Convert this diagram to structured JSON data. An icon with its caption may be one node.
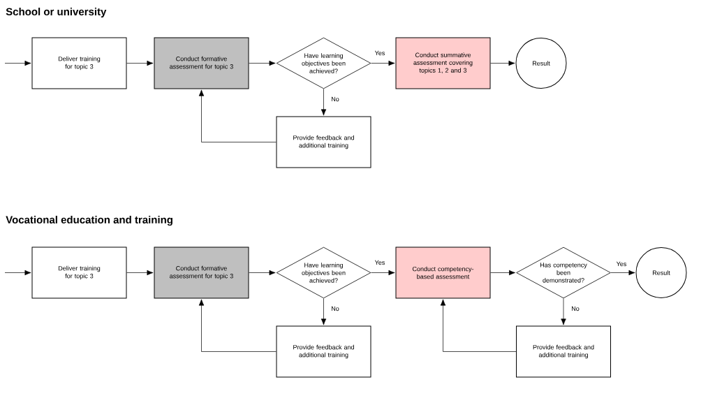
{
  "diagram": {
    "nodes": [
      {
        "text": [
          "Deliver training for topic 3"
        ]
      },
      {
        "text": [
          "Conduct formative assessment for topic 3"
        ]
      },
      {
        "text": [
          "Have learning objectives been achieved?"
        ]
      },
      {
        "text": [
          "Conduct summative assessment covering topics 1, 2 and 3"
        ]
      },
      {
        "text": [
          "Result"
        ]
      },
      {
        "text": [
          "Provide feedback and additional training"
        ]
      },
      {
        "text": [
          "Deliver training for topic 3"
        ]
      },
      {
        "text": [
          "Conduct formative assessment for topic 3"
        ]
      },
      {
        "text": [
          "Have learning objectives been achieved?"
        ]
      },
      {
        "text": [
          "Conduct competency-based assessment"
        ]
      },
      {
        "text": [
          "Has competency been demonstrated?"
        ]
      },
      {
        "text": [
          "Result"
        ]
      },
      {
        "text": [
          "Provide feedback and additional training"
        ]
      },
      {
        "text": [
          "Provide feedback and additional training"
        ]
      }
    ],
    "edges": [
      {
        "from": null,
        "to": 0,
        "arrow": "to"
      },
      {
        "from": 0,
        "to": 1,
        "arrow": "to"
      },
      {
        "from": 1,
        "to": 2,
        "arrow": "to"
      },
      {
        "from": 2,
        "to": 3,
        "arrow": "to",
        "label": "Yes"
      },
      {
        "from": 3,
        "to": 4,
        "arrow": "to"
      },
      {
        "from": 2,
        "to": 5,
        "arrow": "to",
        "label": "No"
      },
      {
        "from": 5,
        "to": 1,
        "arrow": "to"
      },
      {
        "from": null,
        "to": 6,
        "arrow": "to"
      },
      {
        "from": 6,
        "to": 7,
        "arrow": "to"
      },
      {
        "from": 7,
        "to": 8,
        "arrow": "to"
      },
      {
        "from": 8,
        "to": 9,
        "arrow": "to",
        "label": "Yes"
      },
      {
        "from": 9,
        "to": 10,
        "arrow": "to"
      },
      {
        "from": 10,
        "to": 11,
        "arrow": "to",
        "label": "Yes"
      },
      {
        "from": 8,
        "to": 12,
        "arrow": "to",
        "label": "No"
      },
      {
        "from": 12,
        "to": 7,
        "arrow": "to"
      },
      {
        "from": 10,
        "to": 13,
        "arrow": "to",
        "label": "No"
      },
      {
        "from": 13,
        "to": 9,
        "arrow": "to"
      }
    ],
    "labels": [
      "School or university",
      "Vocational education and training"
    ]
  }
}
